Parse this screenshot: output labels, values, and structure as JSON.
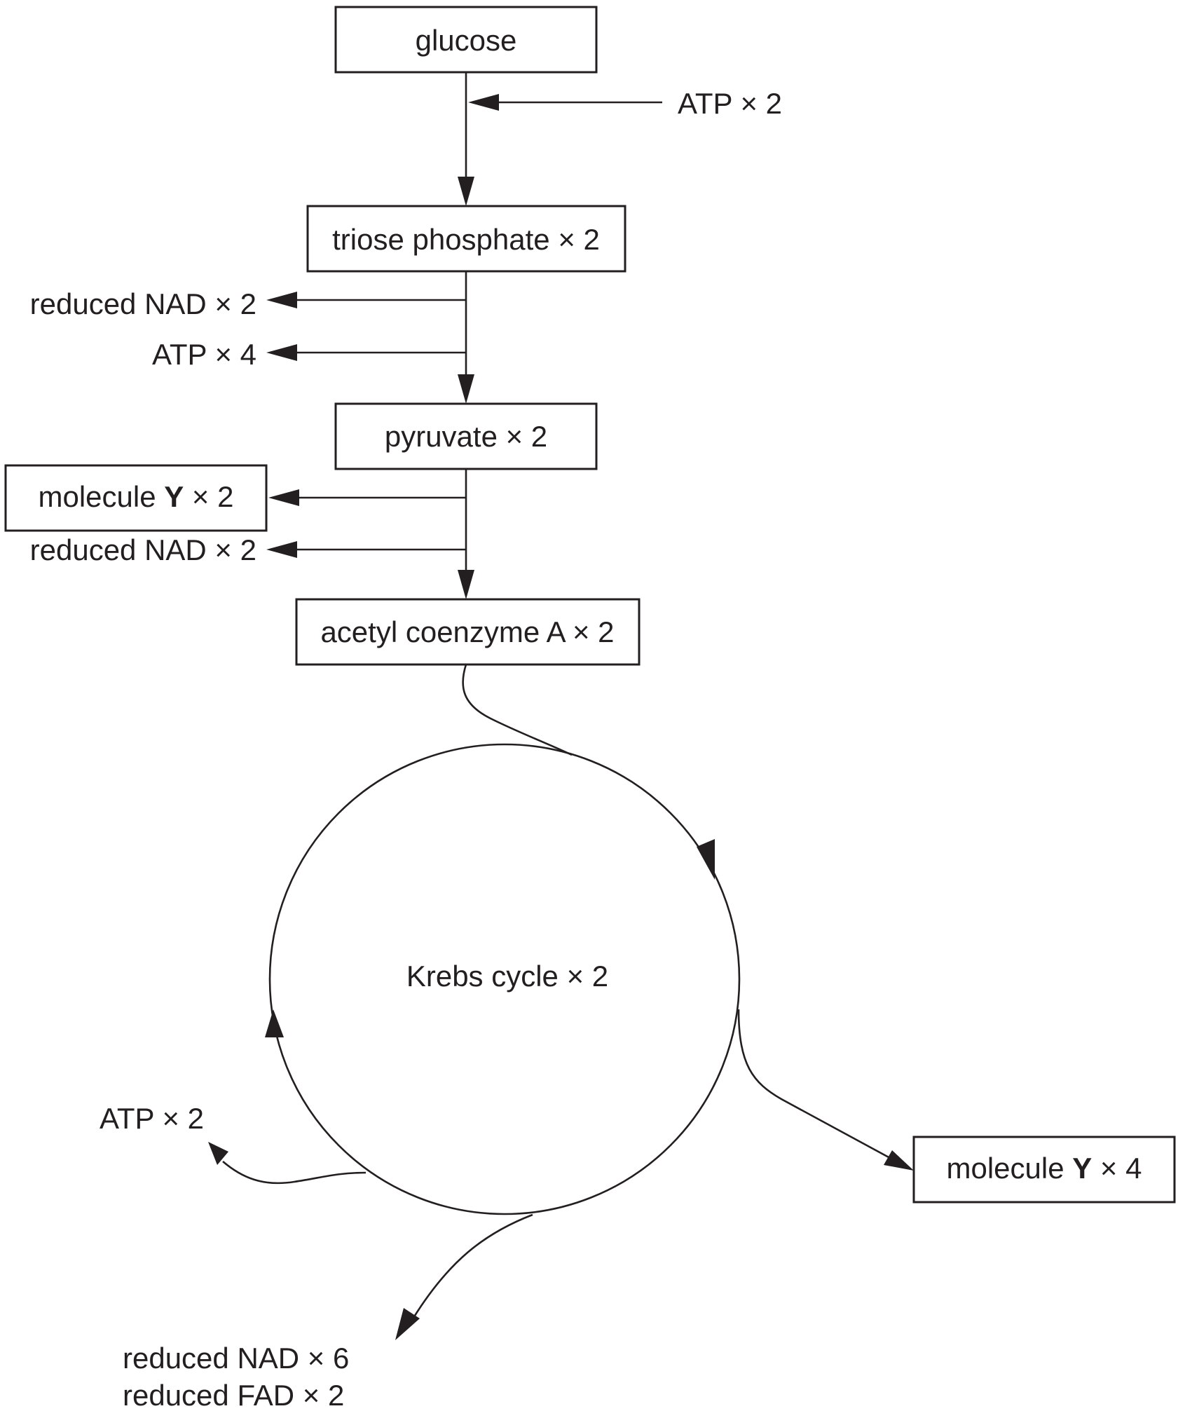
{
  "boxes": {
    "glucose": "glucose",
    "triose": "triose phosphate × 2",
    "pyruvate": "pyruvate × 2",
    "molecule_y_2": {
      "prefix": "molecule ",
      "letter": "Y",
      "suffix": " × 2"
    },
    "acetyl": "acetyl coenzyme A × 2",
    "molecule_y_4": {
      "prefix": "molecule ",
      "letter": "Y",
      "suffix": " × 4"
    }
  },
  "labels": {
    "atp_in": "ATP × 2",
    "reduced_nad_1": "reduced NAD × 2",
    "atp_out_4": "ATP × 4",
    "reduced_nad_2": "reduced NAD × 2",
    "krebs": "Krebs cycle × 2",
    "atp_krebs": "ATP × 2",
    "reduced_nad_6": "reduced NAD × 6",
    "reduced_fad": "reduced FAD × 2"
  },
  "colors": {
    "ink": "#231f20",
    "background": "#ffffff"
  }
}
